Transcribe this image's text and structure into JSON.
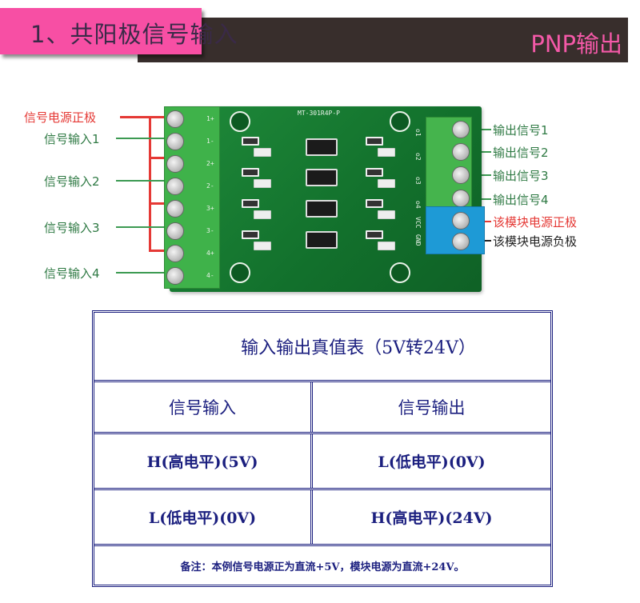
{
  "header": {
    "title": "1、共阳极信号输入",
    "subtitle": "PNP输出"
  },
  "board": {
    "model": "MT-301R4P-P",
    "left_pins": [
      "1+",
      "1-",
      "2+",
      "2-",
      "3+",
      "3-",
      "4+",
      "4-"
    ],
    "right_pins": [
      "o1",
      "o2",
      "o3",
      "o4",
      "VCC",
      "GND"
    ],
    "left_labels": [
      "信号电源正极",
      "信号输入1",
      "信号输入2",
      "信号输入3",
      "信号输入4"
    ],
    "right_labels": [
      "输出信号1",
      "输出信号2",
      "输出信号3",
      "输出信号4",
      "该模块电源正极",
      "该模块电源负极"
    ],
    "colors": {
      "power_positive": "#e53935",
      "signal": "#2f7a44",
      "negative": "#222222"
    }
  },
  "truth_table": {
    "title": "输入输出真值表（5V转24V）",
    "headers": [
      "信号输入",
      "信号输出"
    ],
    "rows": [
      [
        "H(高电平)(5V)",
        "L(低电平)(0V)"
      ],
      [
        "L(低电平)(0V)",
        "H(高电平)(24V)"
      ]
    ],
    "note": "备注：本例信号电源正为直流+5V，模块电源为直流+24V。"
  }
}
